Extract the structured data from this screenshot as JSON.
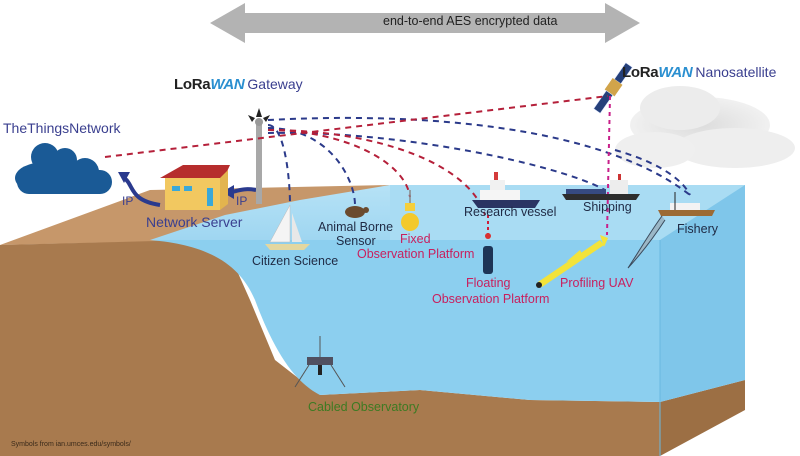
{
  "header": {
    "arrow_label": "end-to-end AES encrypted data"
  },
  "gateway": {
    "brand_lo": "LoRa",
    "brand_wan": "WAN",
    "suffix": "Gateway"
  },
  "satellite": {
    "brand_lo": "LoRa",
    "brand_wan": "WAN",
    "suffix": "Nanosatellite"
  },
  "network": {
    "cloud_label": "TheThingsNetwork",
    "server_label": "Network Server",
    "ip_left": "IP",
    "ip_right": "IP"
  },
  "devices": {
    "citizen_science": "Citizen Science",
    "animal_sensor_1": "Animal Borne",
    "animal_sensor_2": "Sensor",
    "fixed_platform_1": "Fixed",
    "fixed_platform_2": "Observation Platform",
    "research_vessel": "Research vessel",
    "floating_platform_1": "Floating",
    "floating_platform_2": "Observation Platform",
    "shipping": "Shipping",
    "profiling_uav": "Profiling UAV",
    "fishery": "Fishery",
    "cabled_observatory": "Cabled Observatory"
  },
  "footer": {
    "credit": "Symbols from ian.umces.edu/symbols/"
  },
  "colors": {
    "gateway_link": "#2b3a8a",
    "satellite_link": "#b5203a",
    "vertical_sat_link": "#c8208a",
    "water": "#8ccfef",
    "land": "#a87a4e",
    "cloud": "#1a5a96"
  }
}
